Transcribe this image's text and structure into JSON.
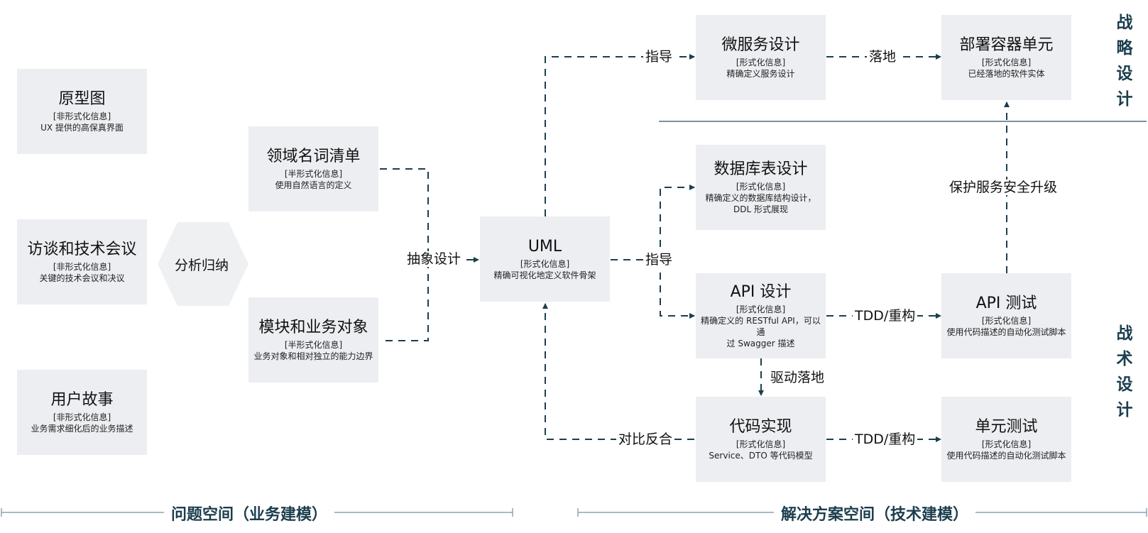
{
  "boxes": {
    "prototype": {
      "title": "原型图",
      "sub": "[非形式化信息]",
      "desc": "UX 提供的高保真界面"
    },
    "interview": {
      "title": "访谈和技术会议",
      "sub": "[非形式化信息]",
      "desc": "关键的技术会议和决议"
    },
    "user_story": {
      "title": "用户故事",
      "sub": "[非形式化信息]",
      "desc": "业务需求细化后的业务描述"
    },
    "domain_glossary": {
      "title": "领域名词清单",
      "sub": "[半形式化信息]",
      "desc": "使用自然语言的定义"
    },
    "modules": {
      "title": "模块和业务对象",
      "sub": "[半形式化信息]",
      "desc": "业务对象和相对独立的能力边界"
    },
    "uml": {
      "title": "UML",
      "sub": "[形式化信息]",
      "desc": "精确可视化地定义软件骨架"
    },
    "microservice": {
      "title": "微服务设计",
      "sub": "[形式化信息]",
      "desc": "精确定义服务设计"
    },
    "deploy": {
      "title": "部署容器单元",
      "sub": "[形式化信息]",
      "desc": "已经落地的软件实体"
    },
    "database": {
      "title": "数据库表设计",
      "sub": "[形式化信息]",
      "desc": "精确定义的数据库结构设计，",
      "desc2": "DDL 形式展现"
    },
    "api_design": {
      "title": "API 设计",
      "sub": "[形式化信息]",
      "desc": "精确定义的 RESTful API，可以通",
      "desc2": "过 Swagger 描述"
    },
    "api_test": {
      "title": "API 测试",
      "sub": "[形式化信息]",
      "desc": "使用代码描述的自动化测试脚本"
    },
    "code": {
      "title": "代码实现",
      "sub": "[形式化信息]",
      "desc": "Service、DTO 等代码模型"
    },
    "unit_test": {
      "title": "单元测试",
      "sub": "[形式化信息]",
      "desc": "使用代码描述的自动化测试脚本"
    }
  },
  "hexagon_label": "分析归纳",
  "edge_labels": {
    "abstract_design": "抽象设计",
    "guide_top": "指导",
    "land": "落地",
    "guide_mid": "指导",
    "protect_upgrade": "保护服务安全升级",
    "tdd_api": "TDD/重构",
    "drive_land": "驱动落地",
    "compare": "对比反合",
    "tdd_unit": "TDD/重构"
  },
  "side_labels": {
    "strategic": [
      "战",
      "略",
      "设",
      "计"
    ],
    "tactical": [
      "战",
      "术",
      "设",
      "计"
    ]
  },
  "footer": {
    "problem_space": "问题空间（业务建模）",
    "solution_space": "解决方案空间（技术建模）"
  },
  "colors": {
    "line": "#1c3e4e",
    "box": "#eceef1",
    "hexagon": "#eef0f2"
  }
}
